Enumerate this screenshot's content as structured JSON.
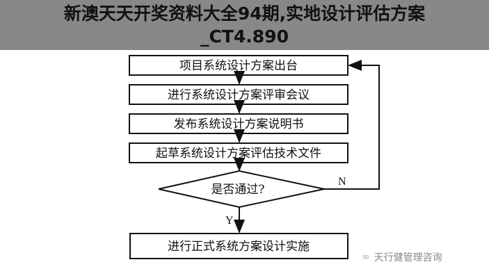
{
  "flowchart": {
    "steps": [
      "项目系统设计方案出台",
      "进行系统设计方案评审会议",
      "发布系统设计方案说明书",
      "起草系统设计方案评估技术文件"
    ],
    "decision": "是否通过?",
    "no_label": "N",
    "yes_label": "Y",
    "final_step": "进行正式系统方案设计实施"
  },
  "banner": {
    "title": "新澳天天开奖资料大全94期,实地设计评估方案_CT4.890"
  },
  "watermark": {
    "text": "天行健管理咨询",
    "icon": "wechat-icon"
  }
}
